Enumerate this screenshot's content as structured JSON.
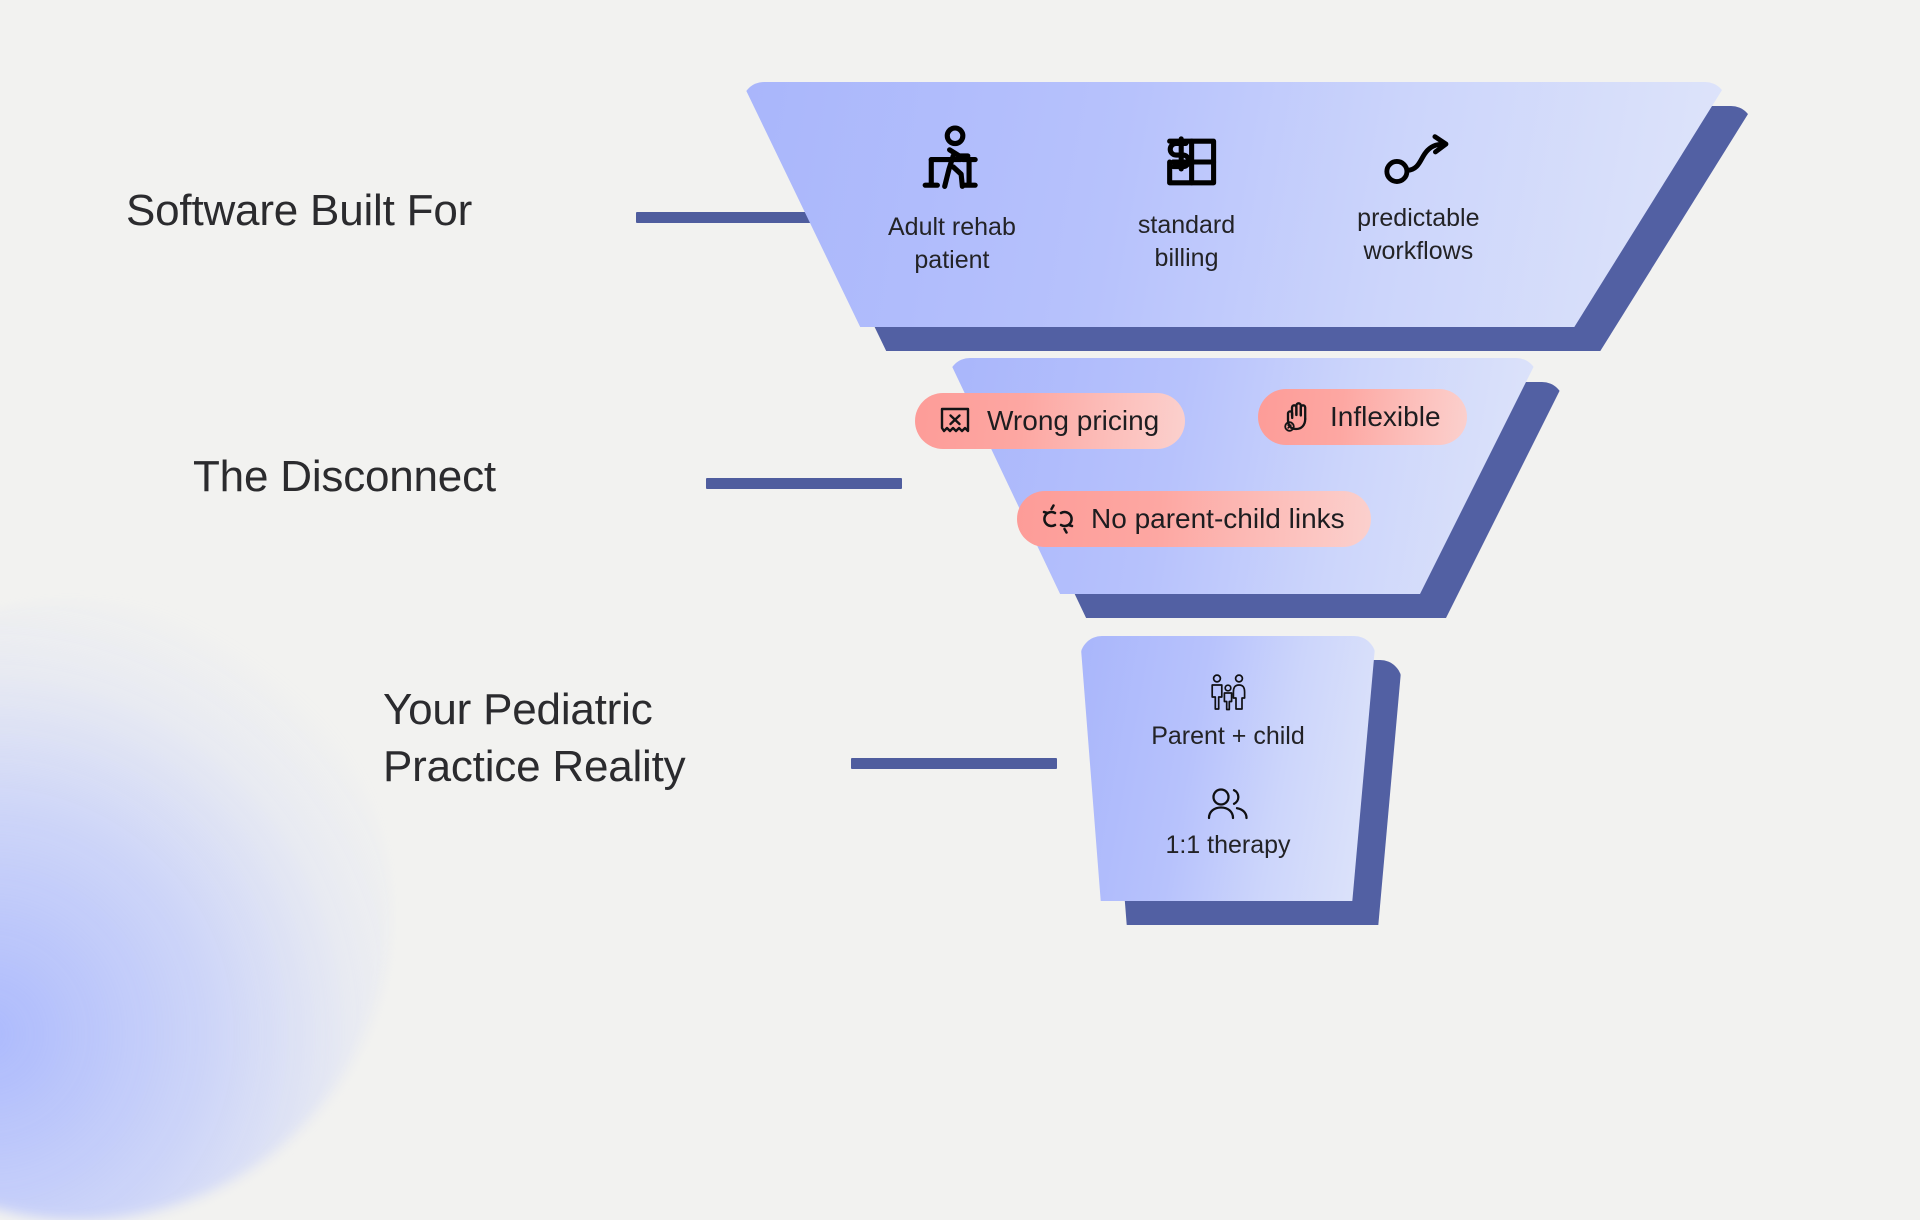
{
  "page": {
    "background_color": "#f2f2f0",
    "accent_blue": "#a9b6fb",
    "shadow_blue": "#5260a3",
    "connector_color": "#4f5d9e",
    "pill_color": "#fd9c98",
    "text_color": "#2b2b2e"
  },
  "diagram": {
    "type": "funnel",
    "stages": [
      {
        "label": "Software Built For",
        "features": [
          {
            "icon": "walker-patient-icon",
            "label": "Adult rehab\npatient"
          },
          {
            "icon": "invoice-dollar-icon",
            "label": "standard\nbilling"
          },
          {
            "icon": "arrow-flow-icon",
            "label": "predictable\nworkflows"
          }
        ]
      },
      {
        "label": "The Disconnect",
        "pills": [
          {
            "icon": "receipt-x-icon",
            "label": "Wrong pricing"
          },
          {
            "icon": "hand-stop-x-icon",
            "label": "Inflexible"
          },
          {
            "icon": "broken-link-icon",
            "label": "No parent-child links"
          }
        ]
      },
      {
        "label": "Your Pediatric\nPractice Reality",
        "features": [
          {
            "icon": "family-parent-child-icon",
            "label": "Parent + child"
          },
          {
            "icon": "two-people-icon",
            "label": "1:1 therapy"
          }
        ]
      }
    ]
  }
}
